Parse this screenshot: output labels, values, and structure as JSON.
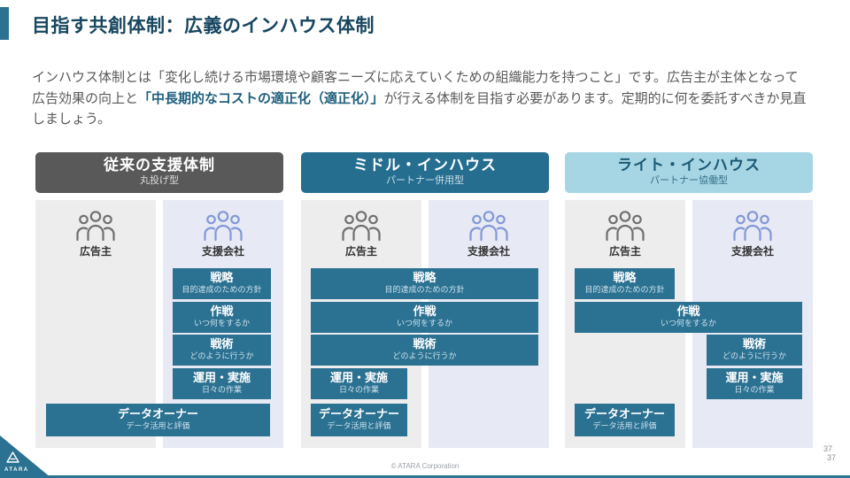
{
  "slide": {
    "title": "目指す共創体制：広義のインハウス体制",
    "body": {
      "pre": "インハウス体制とは「変化し続ける市場環境や顧客ニーズに応えていくための組織能力を持つこと」です。広告主が主体となって広告効果の向上と",
      "highlight": "「中長期的なコストの適正化（適正化）」",
      "post": "が行える体制を目指す必要があります。定期的に何を委託すべきか見直しましょう。"
    }
  },
  "columns": [
    {
      "title": "従来の支援体制",
      "subtitle": "丸投げ型",
      "advertiser_label": "広告主",
      "agency_label": "支援会社"
    },
    {
      "title": "ミドル・インハウス",
      "subtitle": "パートナー併用型",
      "advertiser_label": "広告主",
      "agency_label": "支援会社"
    },
    {
      "title": "ライト・インハウス",
      "subtitle": "パートナー協働型",
      "advertiser_label": "広告主",
      "agency_label": "支援会社"
    }
  ],
  "boxes": {
    "strategy": {
      "title": "戦略",
      "subtitle": "目的達成のための方針"
    },
    "operation": {
      "title": "作戦",
      "subtitle": "いつ何をするか"
    },
    "tactics": {
      "title": "戦術",
      "subtitle": "どのように行うか"
    },
    "execution": {
      "title": "運用・実施",
      "subtitle": "日々の作業"
    },
    "data_owner": {
      "title": "データオーナー",
      "subtitle": "データ活用と評価"
    }
  },
  "footer": {
    "copyright": "© ATARA Corporation",
    "page_top": "37",
    "page_bottom": "37",
    "logo_text": "ATARA"
  },
  "colors": {
    "accent_teal": "#2B7191",
    "header_gray": "#595959",
    "header_teal": "#256E90",
    "header_light_blue": "#A6D6E4",
    "panel_gray": "#EDEDEE",
    "panel_lavender": "#E7E9F4",
    "title_text": "#17465F",
    "body_text": "#595959",
    "highlight_text": "#1F5F7D",
    "advertiser_icon": "#6F6F6F",
    "agency_icon": "#8198D6"
  },
  "icons": {
    "advertiser": "people-group-icon",
    "agency": "people-group-icon",
    "corner": "atara-logo-icon"
  }
}
